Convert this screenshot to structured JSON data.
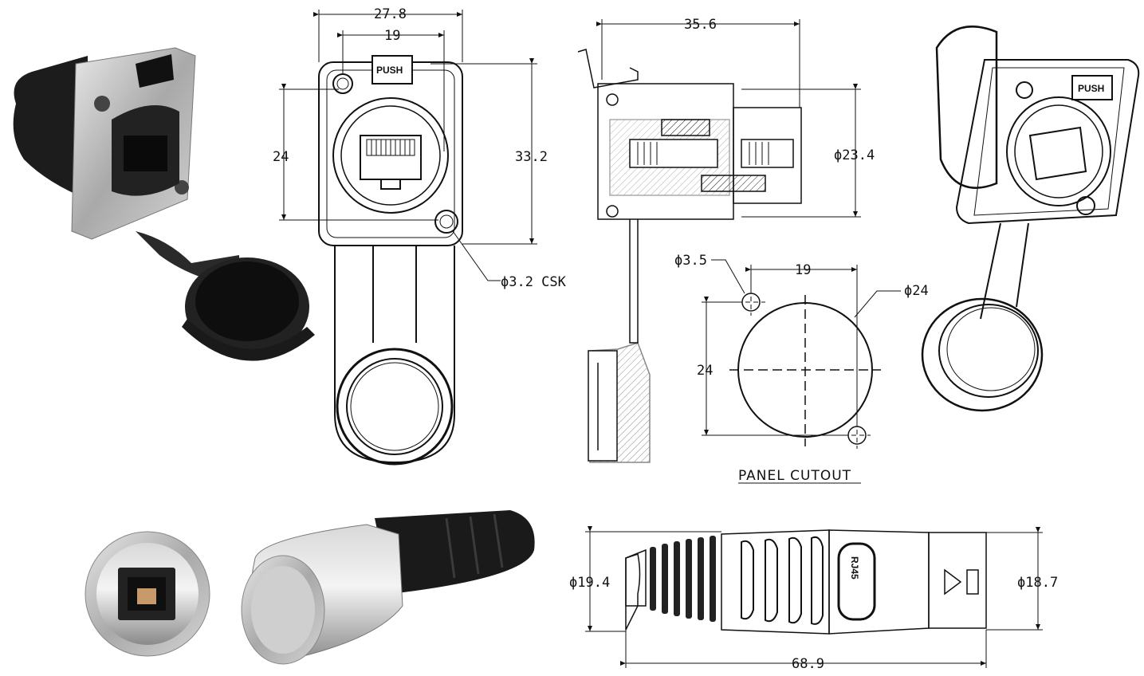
{
  "dimensions": {
    "front_width": "27.8",
    "front_inner_width": "19",
    "front_inner_height": "24",
    "front_height": "33.2",
    "hole_dia": "ϕ3.2 CSK",
    "side_length": "35.6",
    "side_dia": "ϕ23.4",
    "cutout_hole": "ϕ3.5",
    "cutout_spacing": "19",
    "cutout_height": "24",
    "cutout_dia": "ϕ24",
    "plug_dia_left": "ϕ19.4",
    "plug_dia_right": "ϕ18.7",
    "plug_length": "68.9"
  },
  "labels": {
    "panel_cutout": "PANEL CUTOUT",
    "push_text": "PUSH",
    "rj45_text": "RJ45"
  }
}
